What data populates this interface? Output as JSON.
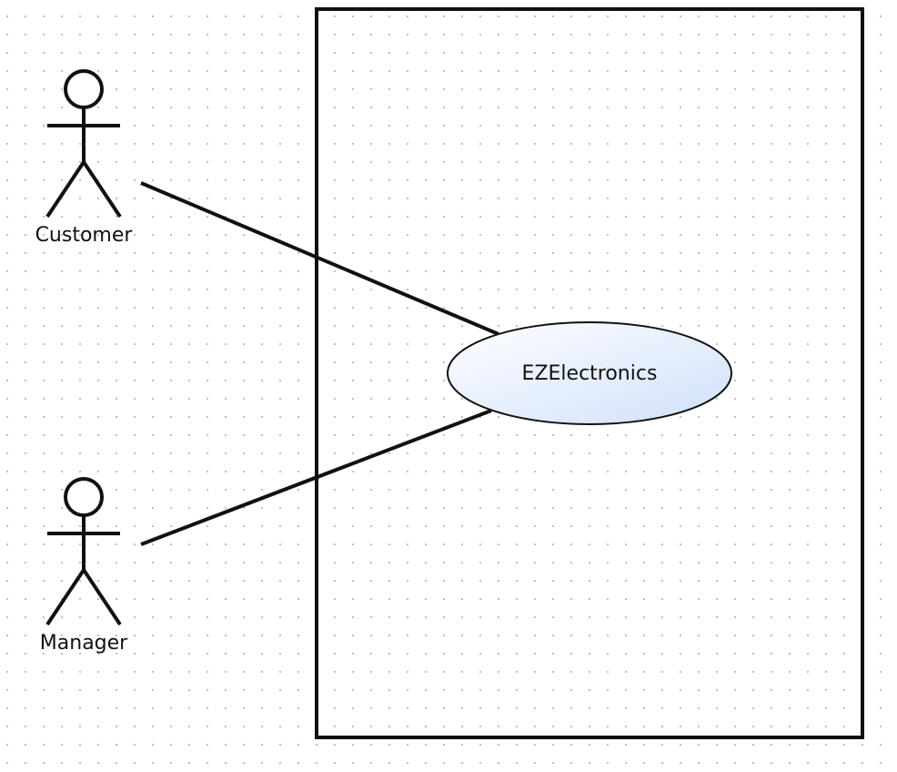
{
  "diagram": {
    "type": "uml-use-case",
    "actors": [
      {
        "id": "customer",
        "label": "Customer"
      },
      {
        "id": "manager",
        "label": "Manager"
      }
    ],
    "use_cases": [
      {
        "id": "ezelectronics",
        "label": "EZElectronics"
      }
    ],
    "associations": [
      {
        "from": "customer",
        "to": "ezelectronics"
      },
      {
        "from": "manager",
        "to": "ezelectronics"
      }
    ]
  },
  "colors": {
    "stroke": "#111111",
    "usecase_fill_top": "#ffffff",
    "usecase_fill_bottom": "#cfe0fb",
    "grid_dot": "#bdbdbd"
  }
}
